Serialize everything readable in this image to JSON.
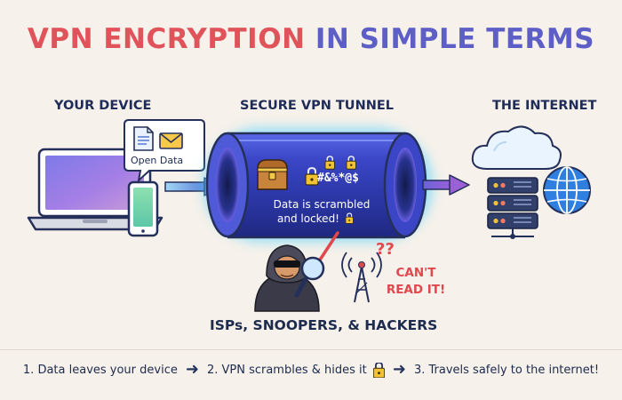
{
  "title": {
    "part1": "VPN ENCRYPTION",
    "part2": "IN SIMPLE TERMS"
  },
  "sections": {
    "device": "YOUR DEVICE",
    "tunnel": "SECURE VPN TUNNEL",
    "internet": "THE INTERNET"
  },
  "device_bubble": "Open Data",
  "tunnel": {
    "cipher": "#&%*@$",
    "line1": "Data is scrambled",
    "line2": "and locked!"
  },
  "snooper": {
    "marks": "??",
    "cant_line1": "CAN'T",
    "cant_line2": "READ IT!",
    "label": "ISPs, SNOOPERS, & HACKERS"
  },
  "steps": [
    "1. Data leaves your device",
    "2. VPN scrambles & hides it",
    "3. Travels safely to the internet!"
  ],
  "colors": {
    "title_red": "#e0535a",
    "title_purple": "#5d5fc6",
    "tunnel_blue": "#2c3ab8",
    "glow_cyan": "#58d3ff",
    "arrow_purple": "#7b5ad6",
    "alert_red": "#e0484d"
  },
  "icons": [
    "laptop-icon",
    "phone-icon",
    "document-icon",
    "envelope-icon",
    "treasure-chest-icon",
    "padlock-icon",
    "hacker-icon",
    "magnifier-icon",
    "signal-tower-icon",
    "cloud-icon",
    "server-icon",
    "globe-icon",
    "arrow-right-icon"
  ]
}
